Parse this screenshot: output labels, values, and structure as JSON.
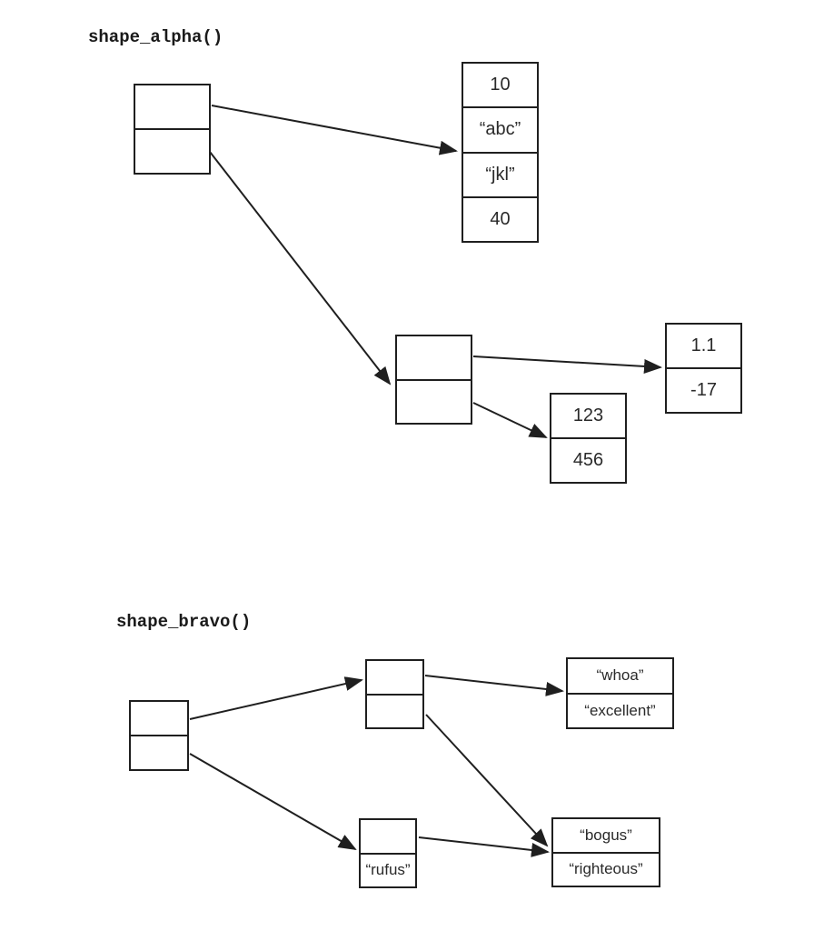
{
  "colors": {
    "ink": "#1f1f1f",
    "background": "#ffffff"
  },
  "alpha": {
    "label": "shape_alpha()",
    "root": {
      "cells": [
        "",
        ""
      ]
    },
    "quad": {
      "cells": [
        "10",
        "“abc”",
        "“jkl”",
        "40"
      ]
    },
    "inner": {
      "cells": [
        "",
        ""
      ]
    },
    "pair_right": {
      "cells": [
        "1.1",
        "-17"
      ]
    },
    "pair_mid": {
      "cells": [
        "123",
        "456"
      ]
    }
  },
  "bravo": {
    "label": "shape_bravo()",
    "root": {
      "cells": [
        "",
        ""
      ]
    },
    "top": {
      "cells": [
        "",
        ""
      ]
    },
    "whoa": {
      "cells": [
        "“whoa”",
        "“excellent”"
      ]
    },
    "rufus": {
      "cells": [
        "",
        "“rufus”"
      ]
    },
    "bogus": {
      "cells": [
        "“bogus”",
        "“righteous”"
      ]
    }
  },
  "arrows": [
    {
      "from": "alpha-root-box.cell-0",
      "to": "alpha-quad-box"
    },
    {
      "from": "alpha-root-box.cell-1",
      "to": "alpha-inner-box"
    },
    {
      "from": "alpha-inner-box.cell-0",
      "to": "alpha-pair-right-box"
    },
    {
      "from": "alpha-inner-box.cell-1",
      "to": "alpha-pair-mid-box"
    },
    {
      "from": "bravo-root-box.cell-0",
      "to": "bravo-top-box"
    },
    {
      "from": "bravo-root-box.cell-1",
      "to": "bravo-rufus-box"
    },
    {
      "from": "bravo-top-box.cell-0",
      "to": "bravo-whoa-box"
    },
    {
      "from": "bravo-top-box.cell-1",
      "to": "bravo-bogus-box"
    },
    {
      "from": "bravo-rufus-box.cell-0",
      "to": "bravo-bogus-box"
    }
  ]
}
